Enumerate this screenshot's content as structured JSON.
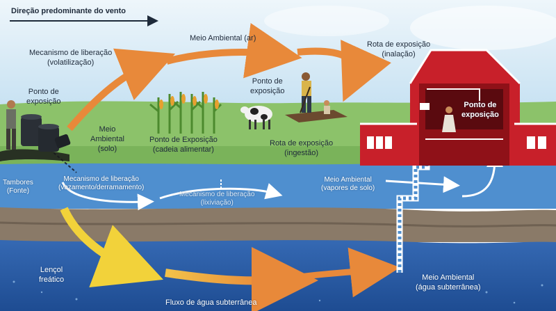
{
  "wind": {
    "label": "Direção predominante do vento"
  },
  "labels": {
    "mechanism_volatilization": {
      "line1": "Mecanismo de liberação",
      "line2": "(volatilização)"
    },
    "media_air": "Meio Ambiental (ar)",
    "route_inhalation": {
      "line1": "Rota de exposição",
      "line2": "(inalação)"
    },
    "point_exposure_left": {
      "line1": "Ponto de",
      "line2": "exposição"
    },
    "point_exposure_farmer": {
      "line1": "Ponto de",
      "line2": "exposição"
    },
    "point_exposure_house": {
      "line1": "Ponto de",
      "line2": "exposição"
    },
    "media_soil": {
      "line1": "Meio",
      "line2": "Ambiental",
      "line3": "(solo)"
    },
    "point_exposure_food": {
      "line1": "Ponto de Exposição",
      "line2": "(cadeia alimentar)"
    },
    "route_ingestion": {
      "line1": "Rota de exposição",
      "line2": "(ingestão)"
    },
    "drums_source": {
      "line1": "Tambores",
      "line2": "(Fonte)"
    },
    "mechanism_leak": {
      "line1": "Mecanismo de liberação",
      "line2": "(vazamento/derramamento)"
    },
    "mechanism_leaching": {
      "line1": "Mecanismo de liberação",
      "line2": "(lixiviação)"
    },
    "media_soil_vapor": {
      "line1": "Meio Ambiental",
      "line2": "(vapores de solo)"
    },
    "water_table": {
      "line1": "Lençol",
      "line2": "freático"
    },
    "groundwater_flow": "Fluxo de água subterrânea",
    "media_groundwater": {
      "line1": "Meio Ambiental",
      "line2": "(água subterrânea)"
    }
  },
  "colors": {
    "sky": "#cfe6f3",
    "grass": "#8cc26a",
    "soil_layer": "#4f8fcf",
    "sediment": "#8a7a68",
    "groundwater": "#2f5fa8",
    "arrow_orange": "#e8893a",
    "arrow_yellow": "#f2d23a",
    "barn_red": "#c8202a"
  },
  "icons": [
    "drum-icon",
    "worker-icon",
    "farmer-icon",
    "cow-icon",
    "corn-icon",
    "barn-icon",
    "well-pipe-icon",
    "resident-icon"
  ]
}
